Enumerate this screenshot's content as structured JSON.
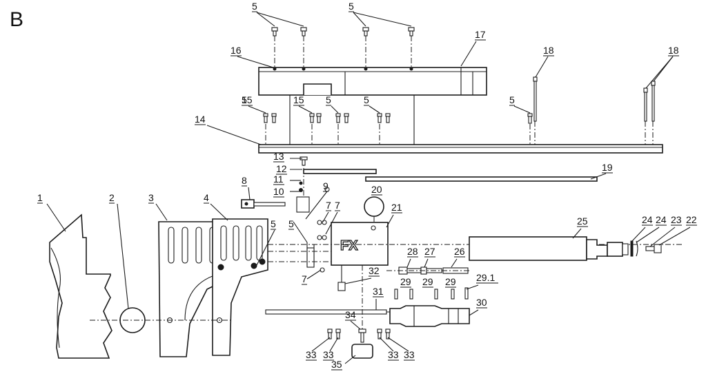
{
  "panel_letter": "B",
  "callouts": [
    "1",
    "2",
    "3",
    "4",
    "5",
    "5",
    "5",
    "5",
    "5",
    "5",
    "5",
    "5",
    "7",
    "7",
    "7",
    "8",
    "9",
    "10",
    "11",
    "12",
    "13",
    "14",
    "15",
    "15",
    "16",
    "17",
    "18",
    "18",
    "19",
    "20",
    "21",
    "22",
    "23",
    "24",
    "24",
    "25",
    "26",
    "27",
    "28",
    "29",
    "29",
    "29",
    "29.1",
    "30",
    "31",
    "32",
    "33",
    "33",
    "33",
    "33",
    "34",
    "35"
  ],
  "colors": {
    "ink": "#1a1a1a",
    "background": "#ffffff"
  }
}
